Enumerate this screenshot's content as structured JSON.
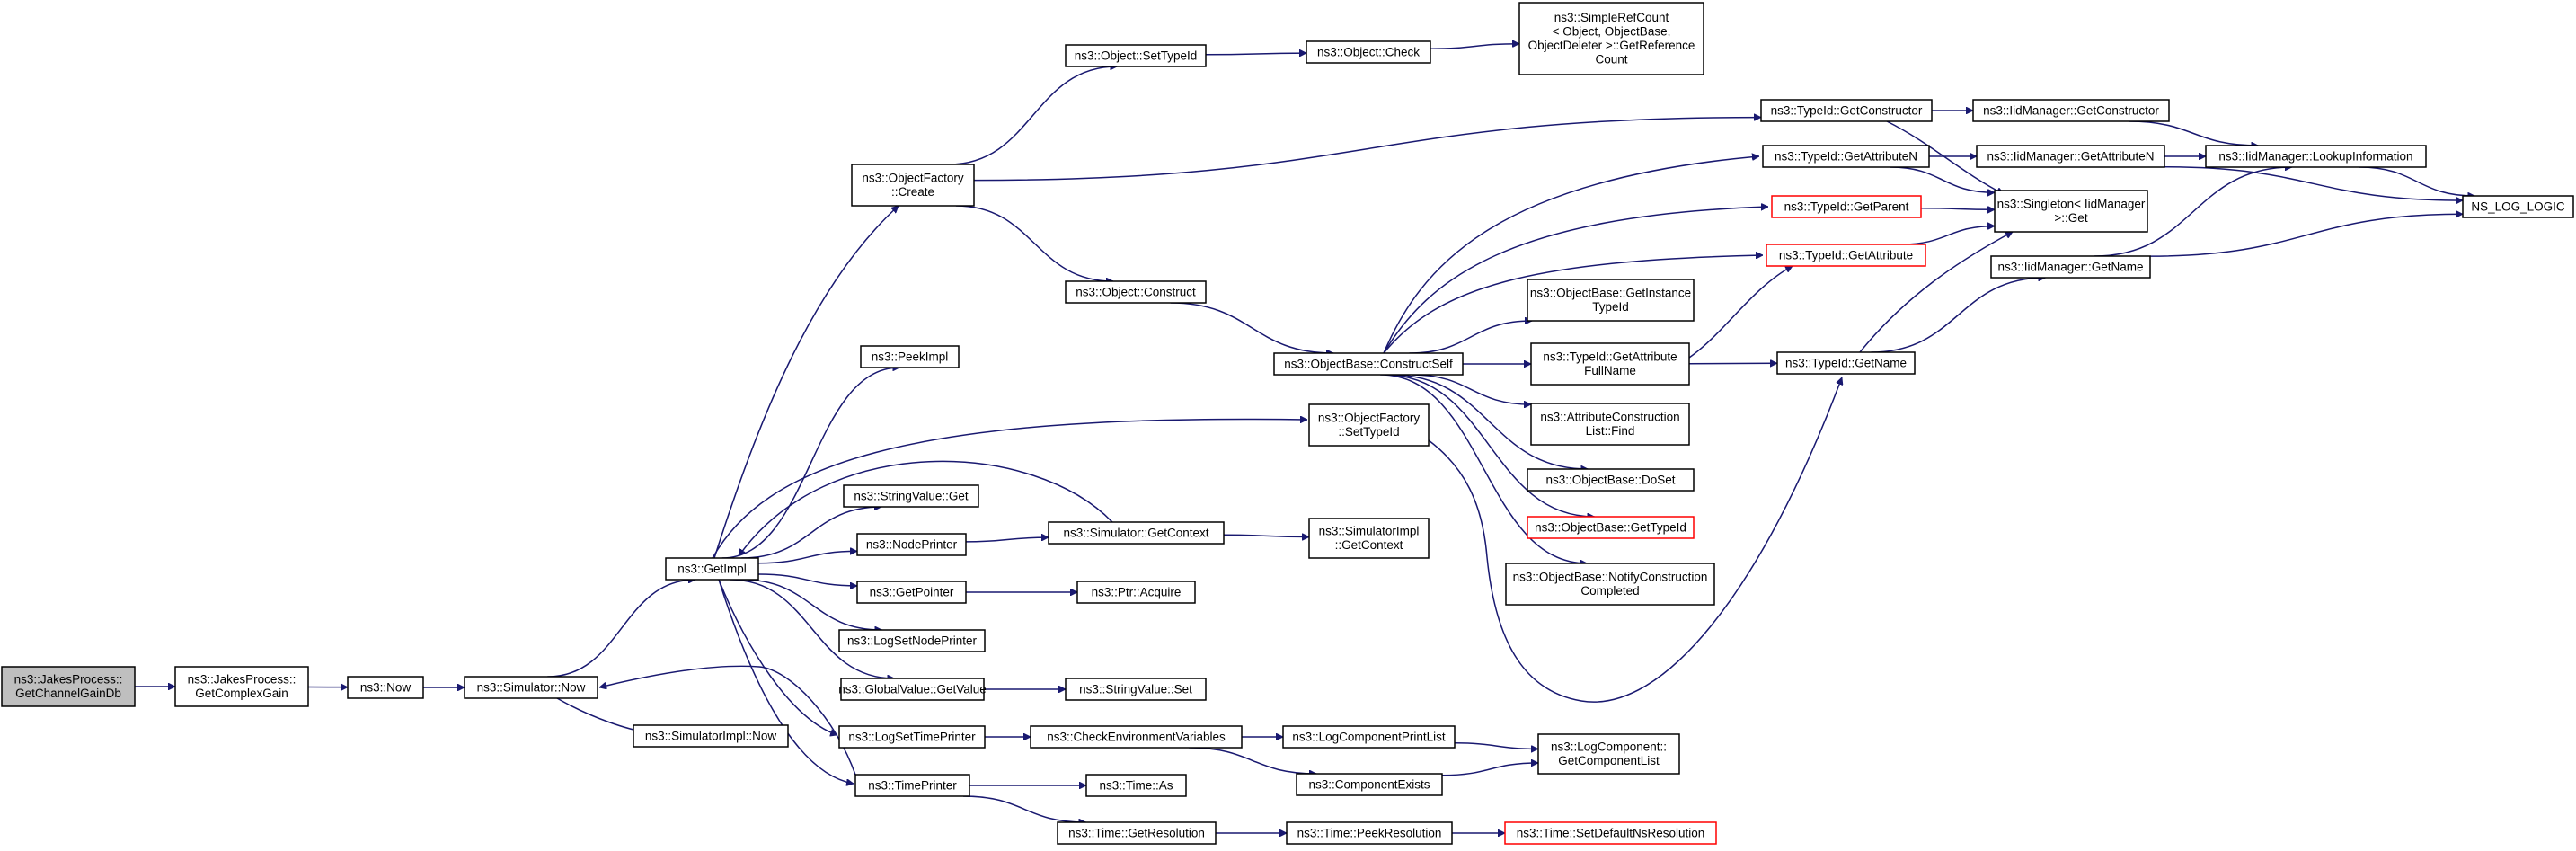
{
  "diagram": {
    "title": "",
    "colors": {
      "edge": "#191970",
      "root_fill": "#bfbfbf",
      "truncated_border": "#ff0000",
      "box_border": "#000000"
    },
    "nodes": [
      {
        "id": "n1",
        "lines": [
          "ns3::JakesProcess::",
          "GetChannelGainDb"
        ],
        "style": "root"
      },
      {
        "id": "n2",
        "lines": [
          "ns3::JakesProcess::",
          "GetComplexGain"
        ]
      },
      {
        "id": "n3",
        "lines": [
          "ns3::Now"
        ]
      },
      {
        "id": "n4",
        "lines": [
          "ns3::Simulator::Now"
        ]
      },
      {
        "id": "n5",
        "lines": [
          "ns3::GetImpl"
        ]
      },
      {
        "id": "n6",
        "lines": [
          "ns3::SimulatorImpl::Now"
        ]
      },
      {
        "id": "n7",
        "lines": [
          "ns3::ObjectFactory",
          "::Create"
        ]
      },
      {
        "id": "n8",
        "lines": [
          "ns3::PeekImpl"
        ]
      },
      {
        "id": "n9",
        "lines": [
          "ns3::StringValue::Get"
        ]
      },
      {
        "id": "n10",
        "lines": [
          "ns3::NodePrinter"
        ]
      },
      {
        "id": "n11",
        "lines": [
          "ns3::GetPointer"
        ]
      },
      {
        "id": "n12",
        "lines": [
          "ns3::LogSetNodePrinter"
        ]
      },
      {
        "id": "n13",
        "lines": [
          "ns3::GlobalValue::GetValue"
        ]
      },
      {
        "id": "n14",
        "lines": [
          "ns3::LogSetTimePrinter"
        ]
      },
      {
        "id": "n15",
        "lines": [
          "ns3::TimePrinter"
        ]
      },
      {
        "id": "n16",
        "lines": [
          "ns3::Object::SetTypeId"
        ]
      },
      {
        "id": "n17",
        "lines": [
          "ns3::Object::Construct"
        ]
      },
      {
        "id": "n18",
        "lines": [
          "ns3::Simulator::GetContext"
        ]
      },
      {
        "id": "n19",
        "lines": [
          "ns3::Ptr::Acquire"
        ]
      },
      {
        "id": "n20",
        "lines": [
          "ns3::StringValue::Set"
        ]
      },
      {
        "id": "n21",
        "lines": [
          "ns3::CheckEnvironmentVariables"
        ]
      },
      {
        "id": "n22",
        "lines": [
          "ns3::Time::As"
        ]
      },
      {
        "id": "n23",
        "lines": [
          "ns3::Time::GetResolution"
        ]
      },
      {
        "id": "n24",
        "lines": [
          "ns3::Object::Check"
        ]
      },
      {
        "id": "n25",
        "lines": [
          "ns3::ObjectBase::ConstructSelf"
        ]
      },
      {
        "id": "n26",
        "lines": [
          "ns3::ObjectFactory",
          "::SetTypeId"
        ]
      },
      {
        "id": "n27",
        "lines": [
          "ns3::SimulatorImpl",
          "::GetContext"
        ]
      },
      {
        "id": "n28",
        "lines": [
          "ns3::LogComponentPrintList"
        ]
      },
      {
        "id": "n29",
        "lines": [
          "ns3::ComponentExists"
        ]
      },
      {
        "id": "n30",
        "lines": [
          "ns3::Time::PeekResolution"
        ]
      },
      {
        "id": "n31",
        "lines": [
          "ns3::SimpleRefCount",
          "< Object, ObjectBase,",
          "ObjectDeleter >::GetReference",
          "Count"
        ]
      },
      {
        "id": "n32",
        "lines": [
          "ns3::ObjectBase::GetInstance",
          "TypeId"
        ]
      },
      {
        "id": "n33",
        "lines": [
          "ns3::TypeId::GetAttribute",
          "FullName"
        ]
      },
      {
        "id": "n34",
        "lines": [
          "ns3::AttributeConstruction",
          "List::Find"
        ]
      },
      {
        "id": "n35",
        "lines": [
          "ns3::ObjectBase::DoSet"
        ]
      },
      {
        "id": "n36",
        "lines": [
          "ns3::ObjectBase::GetTypeId"
        ],
        "style": "truncated"
      },
      {
        "id": "n37",
        "lines": [
          "ns3::ObjectBase::NotifyConstruction",
          "Completed"
        ]
      },
      {
        "id": "n38",
        "lines": [
          "ns3::LogComponent::",
          "GetComponentList"
        ]
      },
      {
        "id": "n39",
        "lines": [
          "ns3::Time::SetDefaultNsResolution"
        ],
        "style": "truncated"
      },
      {
        "id": "n40",
        "lines": [
          "ns3::TypeId::GetConstructor"
        ]
      },
      {
        "id": "n41",
        "lines": [
          "ns3::TypeId::GetAttributeN"
        ]
      },
      {
        "id": "n42",
        "lines": [
          "ns3::TypeId::GetParent"
        ],
        "style": "truncated"
      },
      {
        "id": "n43",
        "lines": [
          "ns3::TypeId::GetAttribute"
        ],
        "style": "truncated"
      },
      {
        "id": "n44",
        "lines": [
          "ns3::TypeId::GetName"
        ]
      },
      {
        "id": "n45",
        "lines": [
          "ns3::IidManager::GetConstructor"
        ]
      },
      {
        "id": "n46",
        "lines": [
          "ns3::IidManager::GetAttributeN"
        ]
      },
      {
        "id": "n47",
        "lines": [
          "ns3::Singleton< IidManager",
          ">::Get"
        ]
      },
      {
        "id": "n48",
        "lines": [
          "ns3::IidManager::GetName"
        ]
      },
      {
        "id": "n49",
        "lines": [
          "ns3::IidManager::LookupInformation"
        ]
      },
      {
        "id": "n50",
        "lines": [
          "NS_LOG_LOGIC"
        ]
      }
    ],
    "edges": [
      [
        "n1",
        "n2"
      ],
      [
        "n2",
        "n3"
      ],
      [
        "n3",
        "n4"
      ],
      [
        "n4",
        "n5"
      ],
      [
        "n4",
        "n6"
      ],
      [
        "n5",
        "n7"
      ],
      [
        "n5",
        "n8"
      ],
      [
        "n5",
        "n9"
      ],
      [
        "n5",
        "n10"
      ],
      [
        "n5",
        "n11"
      ],
      [
        "n5",
        "n12"
      ],
      [
        "n5",
        "n13"
      ],
      [
        "n5",
        "n14"
      ],
      [
        "n5",
        "n15"
      ],
      [
        "n5",
        "n26"
      ],
      [
        "n7",
        "n16"
      ],
      [
        "n7",
        "n17"
      ],
      [
        "n7",
        "n40"
      ],
      [
        "n16",
        "n24"
      ],
      [
        "n24",
        "n31"
      ],
      [
        "n17",
        "n25"
      ],
      [
        "n25",
        "n32"
      ],
      [
        "n25",
        "n33"
      ],
      [
        "n25",
        "n34"
      ],
      [
        "n25",
        "n35"
      ],
      [
        "n25",
        "n36"
      ],
      [
        "n25",
        "n37"
      ],
      [
        "n25",
        "n41"
      ],
      [
        "n25",
        "n42"
      ],
      [
        "n25",
        "n43"
      ],
      [
        "n33",
        "n43"
      ],
      [
        "n33",
        "n44"
      ],
      [
        "n26",
        "n44"
      ],
      [
        "n10",
        "n18"
      ],
      [
        "n18",
        "n27"
      ],
      [
        "n18",
        "n5"
      ],
      [
        "n11",
        "n19"
      ],
      [
        "n13",
        "n20"
      ],
      [
        "n14",
        "n21"
      ],
      [
        "n21",
        "n28"
      ],
      [
        "n21",
        "n29"
      ],
      [
        "n28",
        "n38"
      ],
      [
        "n29",
        "n38"
      ],
      [
        "n15",
        "n22"
      ],
      [
        "n15",
        "n23"
      ],
      [
        "n15",
        "n4"
      ],
      [
        "n23",
        "n30"
      ],
      [
        "n30",
        "n39"
      ],
      [
        "n40",
        "n45"
      ],
      [
        "n40",
        "n47"
      ],
      [
        "n41",
        "n46"
      ],
      [
        "n41",
        "n47"
      ],
      [
        "n42",
        "n47"
      ],
      [
        "n43",
        "n47"
      ],
      [
        "n44",
        "n48"
      ],
      [
        "n44",
        "n47"
      ],
      [
        "n45",
        "n49"
      ],
      [
        "n46",
        "n49"
      ],
      [
        "n46",
        "n50"
      ],
      [
        "n48",
        "n49"
      ],
      [
        "n48",
        "n50"
      ],
      [
        "n49",
        "n50"
      ]
    ]
  }
}
